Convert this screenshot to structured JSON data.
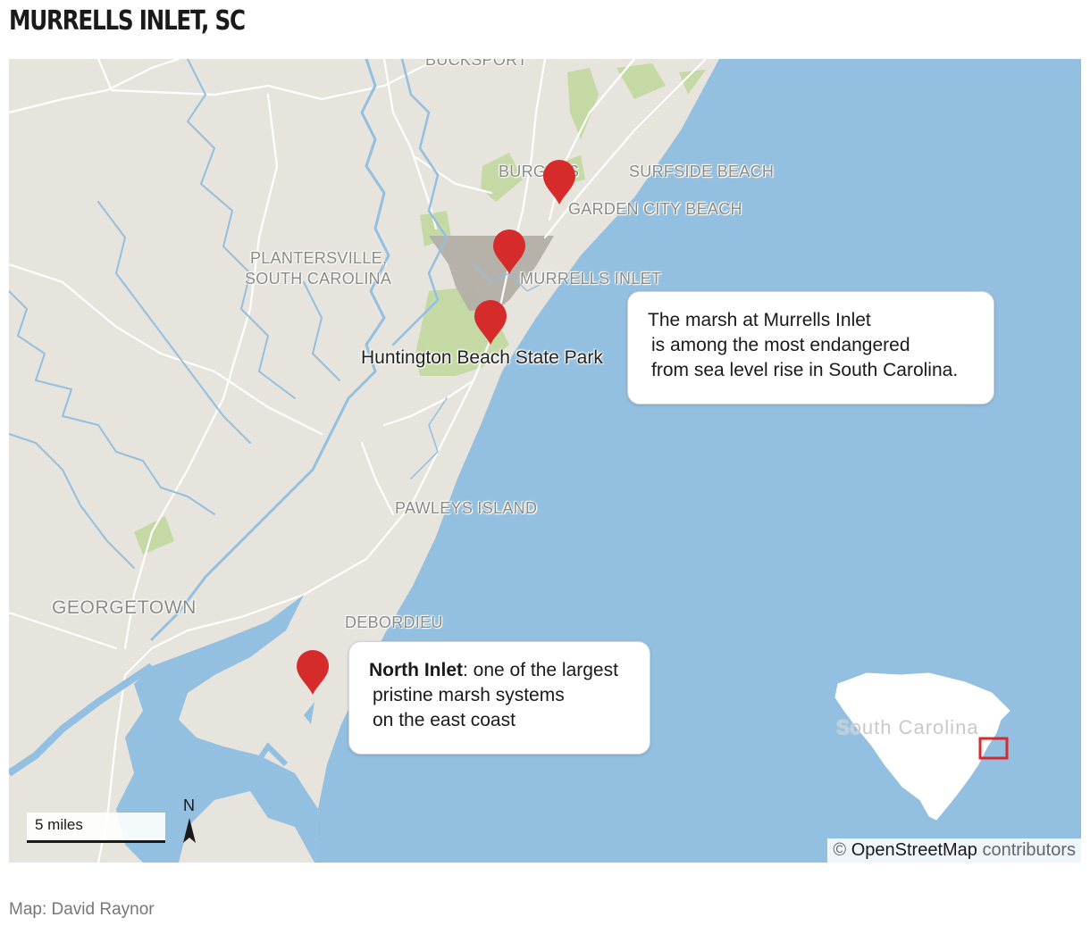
{
  "title": "MURRELLS INLET, SC",
  "places": {
    "bucksport": "BUCKSPORT",
    "burgess": "BURGESS",
    "surfside": "SURFSIDE BEACH",
    "garden_city": "GARDEN CITY BEACH",
    "plantersville_1": "PLANTERSVILLE,",
    "plantersville_2": "SOUTH CAROLINA",
    "murrells": "MURRELLS INLET",
    "huntington": "Huntington Beach State Park",
    "pawleys": "PAWLEYS ISLAND",
    "georgetown": "GEORGETOWN",
    "debordieu": "DEBORDIEU"
  },
  "callouts": {
    "marsh": {
      "line1": "The marsh at Murrells Inlet",
      "line2": "is among the most endangered",
      "line3": "from sea level rise in South Carolina."
    },
    "north_inlet": {
      "bold": "North Inlet",
      "rest1": ": one of the largest",
      "line2": "pristine marsh systems",
      "line3": "on the east coast"
    }
  },
  "scale_label": "5 miles",
  "north_label": "N",
  "inset_label": "South Carolina",
  "credit": {
    "symbol": "©",
    "osm": "OpenStreetMap",
    "rest": "contributors"
  },
  "source": "Map: David Raynor",
  "colors": {
    "water": "#93bfe0",
    "land": "#e6e4dc",
    "park": "#c5d9a4",
    "pin": "#d62b2b",
    "inset_box": "#d62b2b",
    "study_area": "#b3afa6"
  },
  "icons": {
    "pin": "map-pin-icon",
    "north": "north-arrow-icon"
  }
}
